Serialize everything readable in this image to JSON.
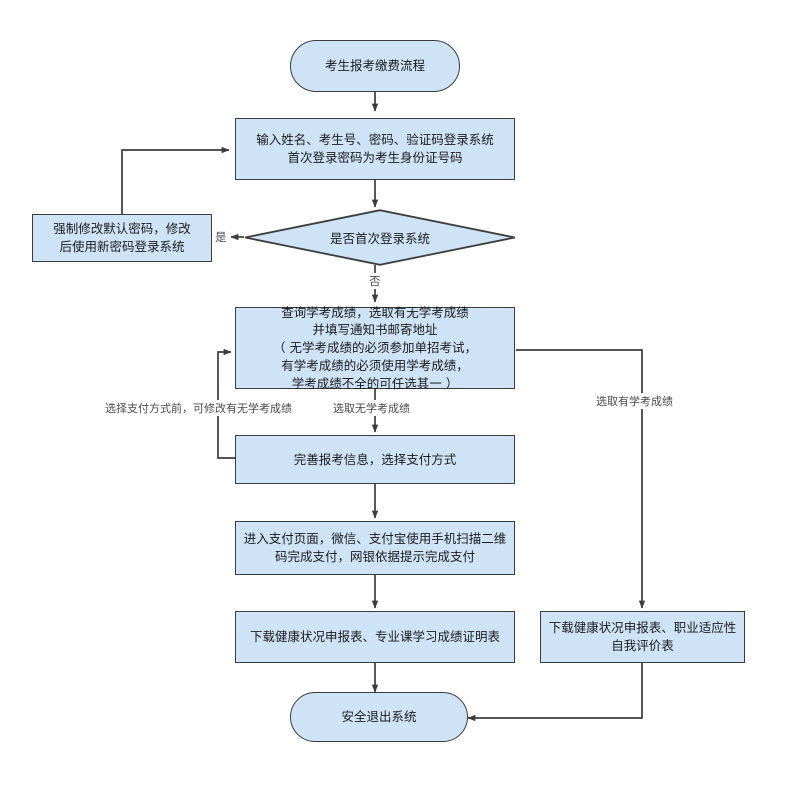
{
  "diagram": {
    "title": "考生报考缴费流程",
    "type": "flowchart",
    "palette": {
      "node_fill": "#cfe3f7",
      "node_border": "#3c3c3c",
      "edge_stroke": "#3c3c3c",
      "label_text": "#4a4a4a",
      "background": "#ffffff"
    },
    "nodes": [
      {
        "id": "start",
        "shape": "terminal",
        "text": "考生报考缴费流程"
      },
      {
        "id": "login",
        "shape": "process",
        "text": "输入姓名、考生号、密码、验证码登录系统\n首次登录密码为考生身份证号码"
      },
      {
        "id": "first-login-decision",
        "shape": "decision",
        "text": "是否首次登录系统"
      },
      {
        "id": "change-password",
        "shape": "process",
        "text": "强制修改默认密码，修改\n后使用新密码登录系统"
      },
      {
        "id": "query-score",
        "shape": "process",
        "text": "查询学考成绩，选取有无学考成绩\n并填写通知书邮寄地址\n（ 无学考成绩的必须参加单招考试，\n有学考成绩的必须使用学考成绩，\n学考成绩不全的可任选其一 ）"
      },
      {
        "id": "complete-info",
        "shape": "process",
        "text": "完善报考信息，选择支付方式"
      },
      {
        "id": "payment",
        "shape": "process",
        "text": "进入支付页面，微信、支付宝使用手机扫描二维\n码完成支付，网银依据提示完成支付"
      },
      {
        "id": "download-left",
        "shape": "process",
        "text": "下载健康状况申报表、专业课学习成绩证明表"
      },
      {
        "id": "download-right",
        "shape": "process",
        "text": "下载健康状况申报表、职业适应性\n自我评价表"
      },
      {
        "id": "exit",
        "shape": "terminal",
        "text": "安全退出系统"
      }
    ],
    "edge_labels": {
      "yes": "是",
      "no": "否",
      "modify_before_pay": "选择支付方式前，可修改有无学考成绩",
      "no_score": "选取无学考成绩",
      "has_score": "选取有学考成绩"
    }
  }
}
